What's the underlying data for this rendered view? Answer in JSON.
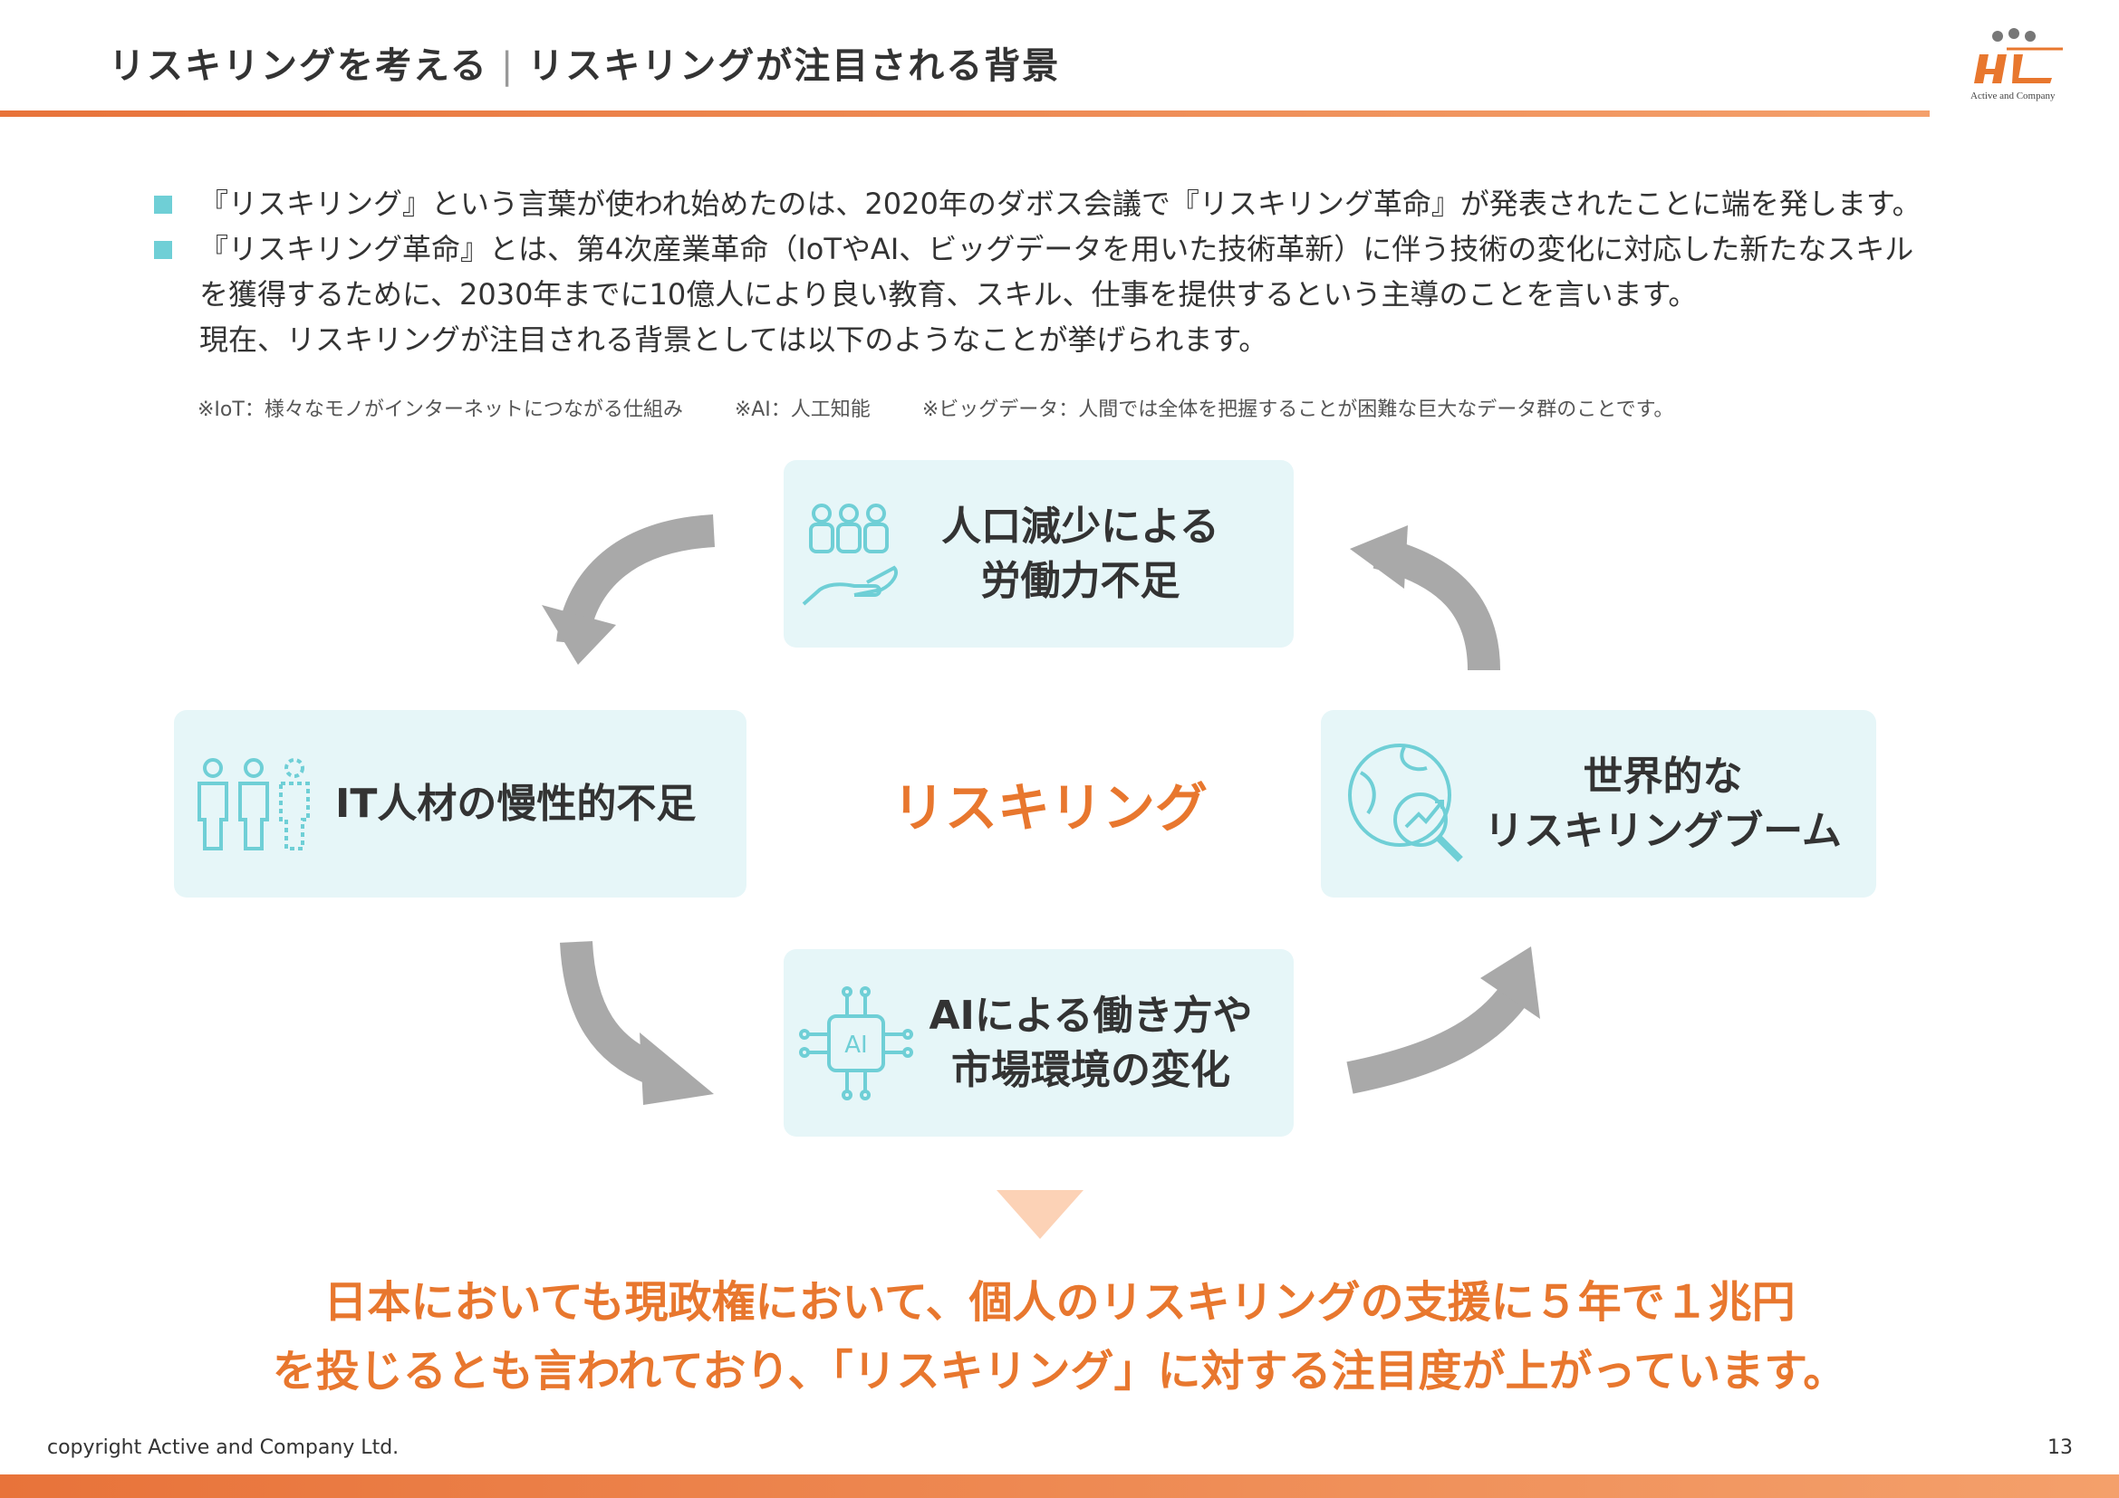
{
  "header": {
    "title_main": "リスキリングを考える",
    "title_sep": "|",
    "title_sub": "リスキリングが注目される背景",
    "logo_text": "Active and Company"
  },
  "bullets": [
    {
      "lines": [
        "『リスキリング』という言葉が使われ始めたのは、2020年のダボス会議で『リスキリング革命』が発表されたことに端を発します。"
      ]
    },
    {
      "lines": [
        "『リスキリング革命』とは、第4次産業革命（IoTやAI、ビッグデータを用いた技術革新）に伴う技術の変化に対応した新たなスキル",
        "を獲得するために、2030年までに10億人により良い教育、スキル、仕事を提供するという主導のことを言います。",
        "現在、リスキリングが注目される背景としては以下のようなことが挙げられます。"
      ]
    }
  ],
  "notes": [
    "※IoT：様々なモノがインターネットにつながる仕組み",
    "※AI：人工知能",
    "※ビッグデータ：人間では全体を把握することが困難な巨大なデータ群のことです。"
  ],
  "cycle": {
    "center": "リスキリング",
    "top": {
      "line1": "人口減少による",
      "line2": "労働力不足",
      "icon": "people-hand-icon"
    },
    "left": {
      "line1": "IT人材の慢性的不足",
      "icon": "three-people-icon"
    },
    "right": {
      "line1": "世界的な",
      "line2": "リスキリングブーム",
      "icon": "globe-search-icon"
    },
    "bottom": {
      "line1": "AIによる働き方や",
      "line2": "市場環境の変化",
      "icon": "ai-chip-icon"
    }
  },
  "conclusion": {
    "line1": "日本においても現政権において、個人のリスキリングの支援に５年で１兆円",
    "line2": "を投じるとも言われており、「リスキリング」に対する注目度が上がっています。"
  },
  "footer": {
    "copyright": "copyright Active and Company Ltd.",
    "page_number": "13"
  },
  "colors": {
    "accent": "#e8772e",
    "teal": "#6fcfd6",
    "box_bg": "#e6f6f8",
    "arrow": "#a9a9a9"
  }
}
